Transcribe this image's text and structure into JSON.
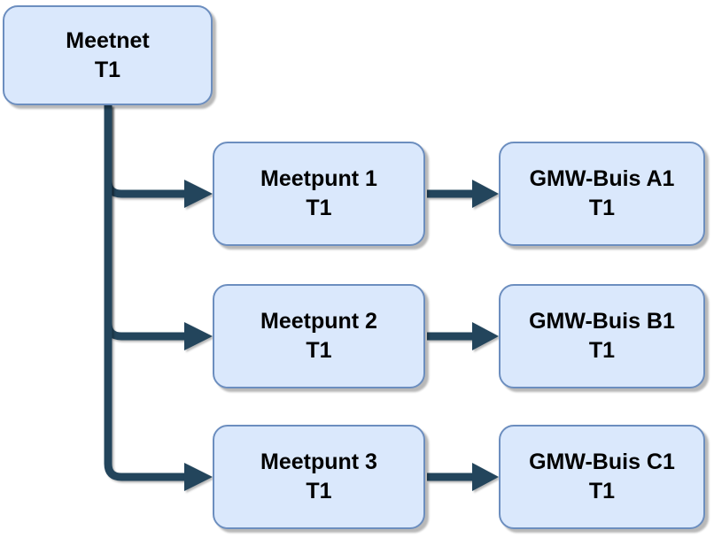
{
  "diagram": {
    "colors": {
      "node_fill": "#dae8fc",
      "node_border": "#6c8ebf",
      "connector": "#23455c",
      "text": "#000000",
      "background": "#ffffff"
    },
    "nodes": {
      "meetnet": {
        "title": "Meetnet",
        "subtitle": "T1"
      },
      "meetpunt1": {
        "title": "Meetpunt 1",
        "subtitle": "T1"
      },
      "meetpunt2": {
        "title": "Meetpunt 2",
        "subtitle": "T1"
      },
      "meetpunt3": {
        "title": "Meetpunt 3",
        "subtitle": "T1"
      },
      "gmwA1": {
        "title": "GMW-Buis A1",
        "subtitle": "T1"
      },
      "gmwB1": {
        "title": "GMW-Buis B1",
        "subtitle": "T1"
      },
      "gmwC1": {
        "title": "GMW-Buis C1",
        "subtitle": "T1"
      }
    },
    "edges": [
      {
        "from": "Meetnet T1",
        "to": "Meetpunt 1 T1"
      },
      {
        "from": "Meetnet T1",
        "to": "Meetpunt 2 T1"
      },
      {
        "from": "Meetnet T1",
        "to": "Meetpunt 3 T1"
      },
      {
        "from": "Meetpunt 1 T1",
        "to": "GMW-Buis A1 T1"
      },
      {
        "from": "Meetpunt 2 T1",
        "to": "GMW-Buis B1 T1"
      },
      {
        "from": "Meetpunt 3 T1",
        "to": "GMW-Buis C1 T1"
      }
    ]
  }
}
